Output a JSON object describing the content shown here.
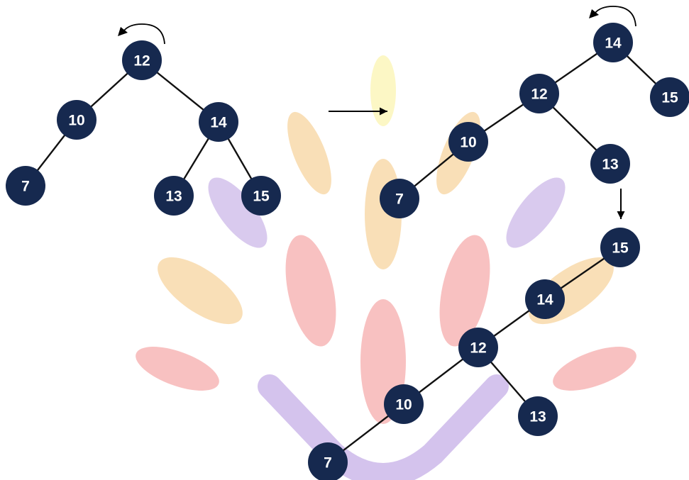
{
  "colors": {
    "node_fill": "#16294f",
    "node_text": "#ffffff",
    "edge": "#111111",
    "watermark_petal_orange": "#f6cf94",
    "watermark_petal_red": "#f4a3a3",
    "watermark_petal_purple": "#c7b0e6",
    "watermark_flame_yellow": "#fbf3a8"
  },
  "diagram": {
    "trees": [
      {
        "id": "initial-tree",
        "root": "12",
        "nodes": [
          {
            "key": "a12",
            "label": "12"
          },
          {
            "key": "a10",
            "label": "10"
          },
          {
            "key": "a14",
            "label": "14"
          },
          {
            "key": "a7",
            "label": "7"
          },
          {
            "key": "a13",
            "label": "13"
          },
          {
            "key": "a15",
            "label": "15"
          }
        ],
        "edges": [
          [
            "a12",
            "a10"
          ],
          [
            "a12",
            "a14"
          ],
          [
            "a10",
            "a7"
          ],
          [
            "a14",
            "a13"
          ],
          [
            "a14",
            "a15"
          ]
        ]
      },
      {
        "id": "after-first-rotation",
        "root": "14",
        "nodes": [
          {
            "key": "b14",
            "label": "14"
          },
          {
            "key": "b12",
            "label": "12"
          },
          {
            "key": "b15",
            "label": "15"
          },
          {
            "key": "b10",
            "label": "10"
          },
          {
            "key": "b13",
            "label": "13"
          },
          {
            "key": "b7",
            "label": "7"
          }
        ],
        "edges": [
          [
            "b14",
            "b12"
          ],
          [
            "b14",
            "b15"
          ],
          [
            "b12",
            "b10"
          ],
          [
            "b12",
            "b13"
          ],
          [
            "b10",
            "b7"
          ]
        ]
      },
      {
        "id": "after-second-rotation",
        "root": "15",
        "nodes": [
          {
            "key": "c15",
            "label": "15"
          },
          {
            "key": "c14",
            "label": "14"
          },
          {
            "key": "c12",
            "label": "12"
          },
          {
            "key": "c10",
            "label": "10"
          },
          {
            "key": "c13",
            "label": "13"
          },
          {
            "key": "c7",
            "label": "7"
          }
        ],
        "edges": [
          [
            "c15",
            "c14"
          ],
          [
            "c14",
            "c12"
          ],
          [
            "c12",
            "c10"
          ],
          [
            "c12",
            "c13"
          ],
          [
            "c10",
            "c7"
          ]
        ]
      }
    ],
    "transitions": [
      {
        "from": "initial-tree",
        "to": "after-first-rotation",
        "direction": "right"
      },
      {
        "from": "after-first-rotation",
        "to": "after-second-rotation",
        "direction": "down"
      }
    ],
    "rotation_icons": [
      {
        "tree": "initial-tree",
        "node": "12",
        "rotation": "counter-clockwise"
      },
      {
        "tree": "after-first-rotation",
        "node": "14",
        "rotation": "counter-clockwise"
      }
    ]
  }
}
